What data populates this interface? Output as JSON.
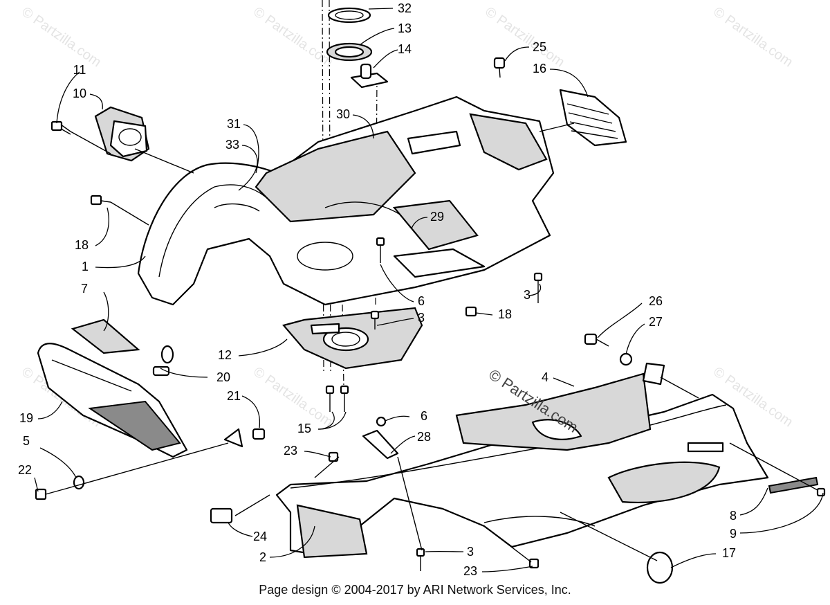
{
  "watermark": "© Partzilla.com",
  "footer": "Page design © 2004-2017 by ARI Network Services, Inc.",
  "callouts": [
    "32",
    "13",
    "14",
    "25",
    "16",
    "11",
    "10",
    "31",
    "30",
    "33",
    "29",
    "18",
    "1",
    "6",
    "3",
    "7",
    "12",
    "18",
    "26",
    "27",
    "20",
    "4",
    "21",
    "19",
    "15",
    "6",
    "28",
    "5",
    "23",
    "22",
    "24",
    "2",
    "3",
    "8",
    "9",
    "23",
    "17",
    "3"
  ]
}
